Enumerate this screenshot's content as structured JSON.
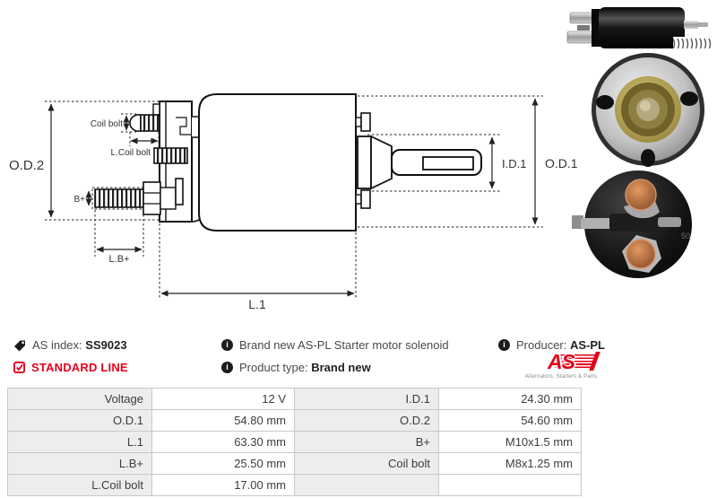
{
  "diagram": {
    "labels": {
      "od2": "O.D.2",
      "coil_bolt": "Coil bolt",
      "l_coil_bolt": "L.Coil bolt",
      "b_plus": "B+",
      "l_b_plus": "L.B+",
      "l1": "L.1",
      "id1": "I.D.1",
      "od1": "O.D.1"
    }
  },
  "photos": [
    "solenoid-side-view-photo",
    "solenoid-front-view-photo",
    "solenoid-back-view-photo"
  ],
  "info": {
    "as_index_label": "AS index:",
    "as_index_value": "SS9023",
    "standard_line": "STANDARD LINE",
    "description": "Brand new AS-PL Starter motor solenoid",
    "product_type_label": "Product type:",
    "product_type_value": "Brand new",
    "producer_label": "Producer:",
    "producer_value": "AS-PL",
    "logo_text": "AS",
    "logo_subtext": "Alternators, Starters & Parts"
  },
  "colors": {
    "accent_red": "#e8001c",
    "logo_red": "#e2001a",
    "table_label_bg": "#ededed",
    "table_border": "#c9c9c9"
  },
  "specs": {
    "rows": [
      {
        "l1": "Voltage",
        "v1": "12 V",
        "l2": "I.D.1",
        "v2": "24.30 mm"
      },
      {
        "l1": "O.D.1",
        "v1": "54.80 mm",
        "l2": "O.D.2",
        "v2": "54.60 mm"
      },
      {
        "l1": "L.1",
        "v1": "63.30 mm",
        "l2": "B+",
        "v2": "M10x1.5 mm"
      },
      {
        "l1": "L.B+",
        "v1": "25.50 mm",
        "l2": "Coil bolt",
        "v2": "M8x1.25 mm"
      },
      {
        "l1": "L.Coil bolt",
        "v1": "17.00 mm",
        "l2": "",
        "v2": ""
      }
    ]
  }
}
